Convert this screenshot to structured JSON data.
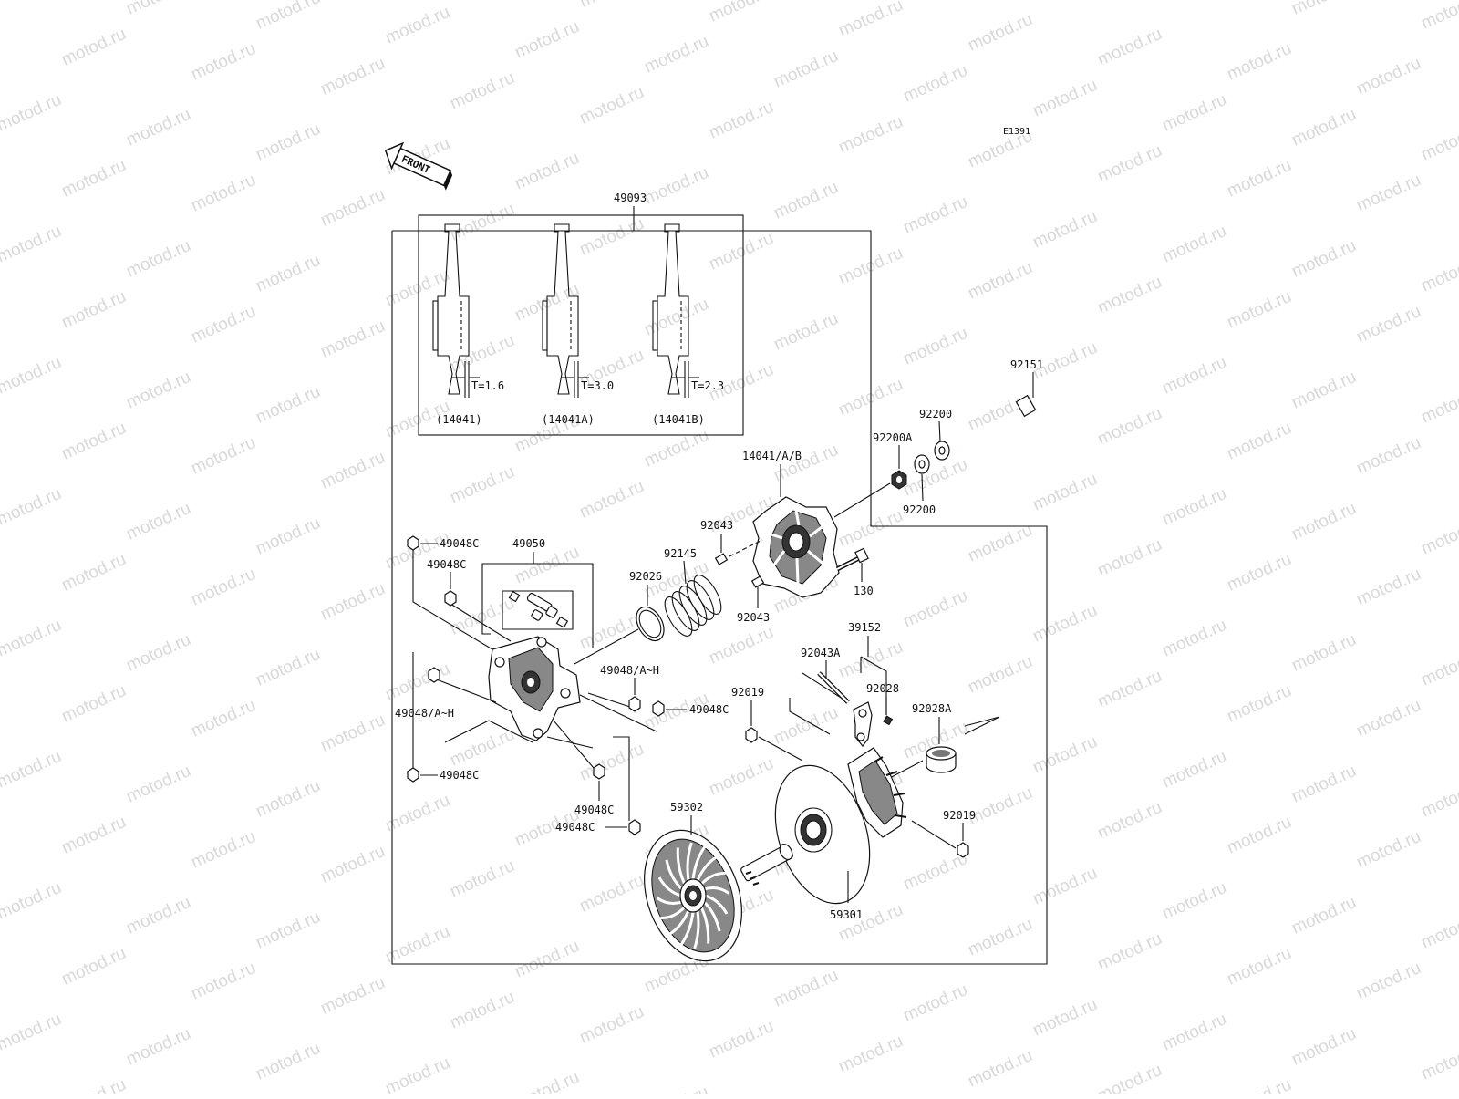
{
  "watermark": {
    "text": "motod.ru",
    "color": "#d9d9d9"
  },
  "diagram_code": "E1391",
  "front_label": "FRONT",
  "assembly_label": "49093",
  "shim_variants": [
    {
      "thickness": "T=1.6",
      "part": "(14041)"
    },
    {
      "thickness": "T=3.0",
      "part": "(14041A)"
    },
    {
      "thickness": "T=2.3",
      "part": "(14041B)"
    }
  ],
  "callouts": {
    "p92151": "92151",
    "p92200_top": "92200",
    "p92200A": "92200A",
    "p92200_bot": "92200",
    "p14041AB": "14041/A/B",
    "p92043_top": "92043",
    "p92043_bot": "92043",
    "p92145": "92145",
    "p92026": "92026",
    "p130": "130",
    "p49050": "49050",
    "p49048C_1": "49048C",
    "p49048C_2": "49048C",
    "p49048AH_right": "49048/A~H",
    "p49048C_3": "49048C",
    "p49048AH_left": "49048/A~H",
    "p49048C_4": "49048C",
    "p49048C_5": "49048C",
    "p49048C_6": "49048C",
    "p39152": "39152",
    "p92043A": "92043A",
    "p92028": "92028",
    "p92028A": "92028A",
    "p92019_top": "92019",
    "p92019_bot": "92019",
    "p59302": "59302",
    "p59301": "59301"
  }
}
